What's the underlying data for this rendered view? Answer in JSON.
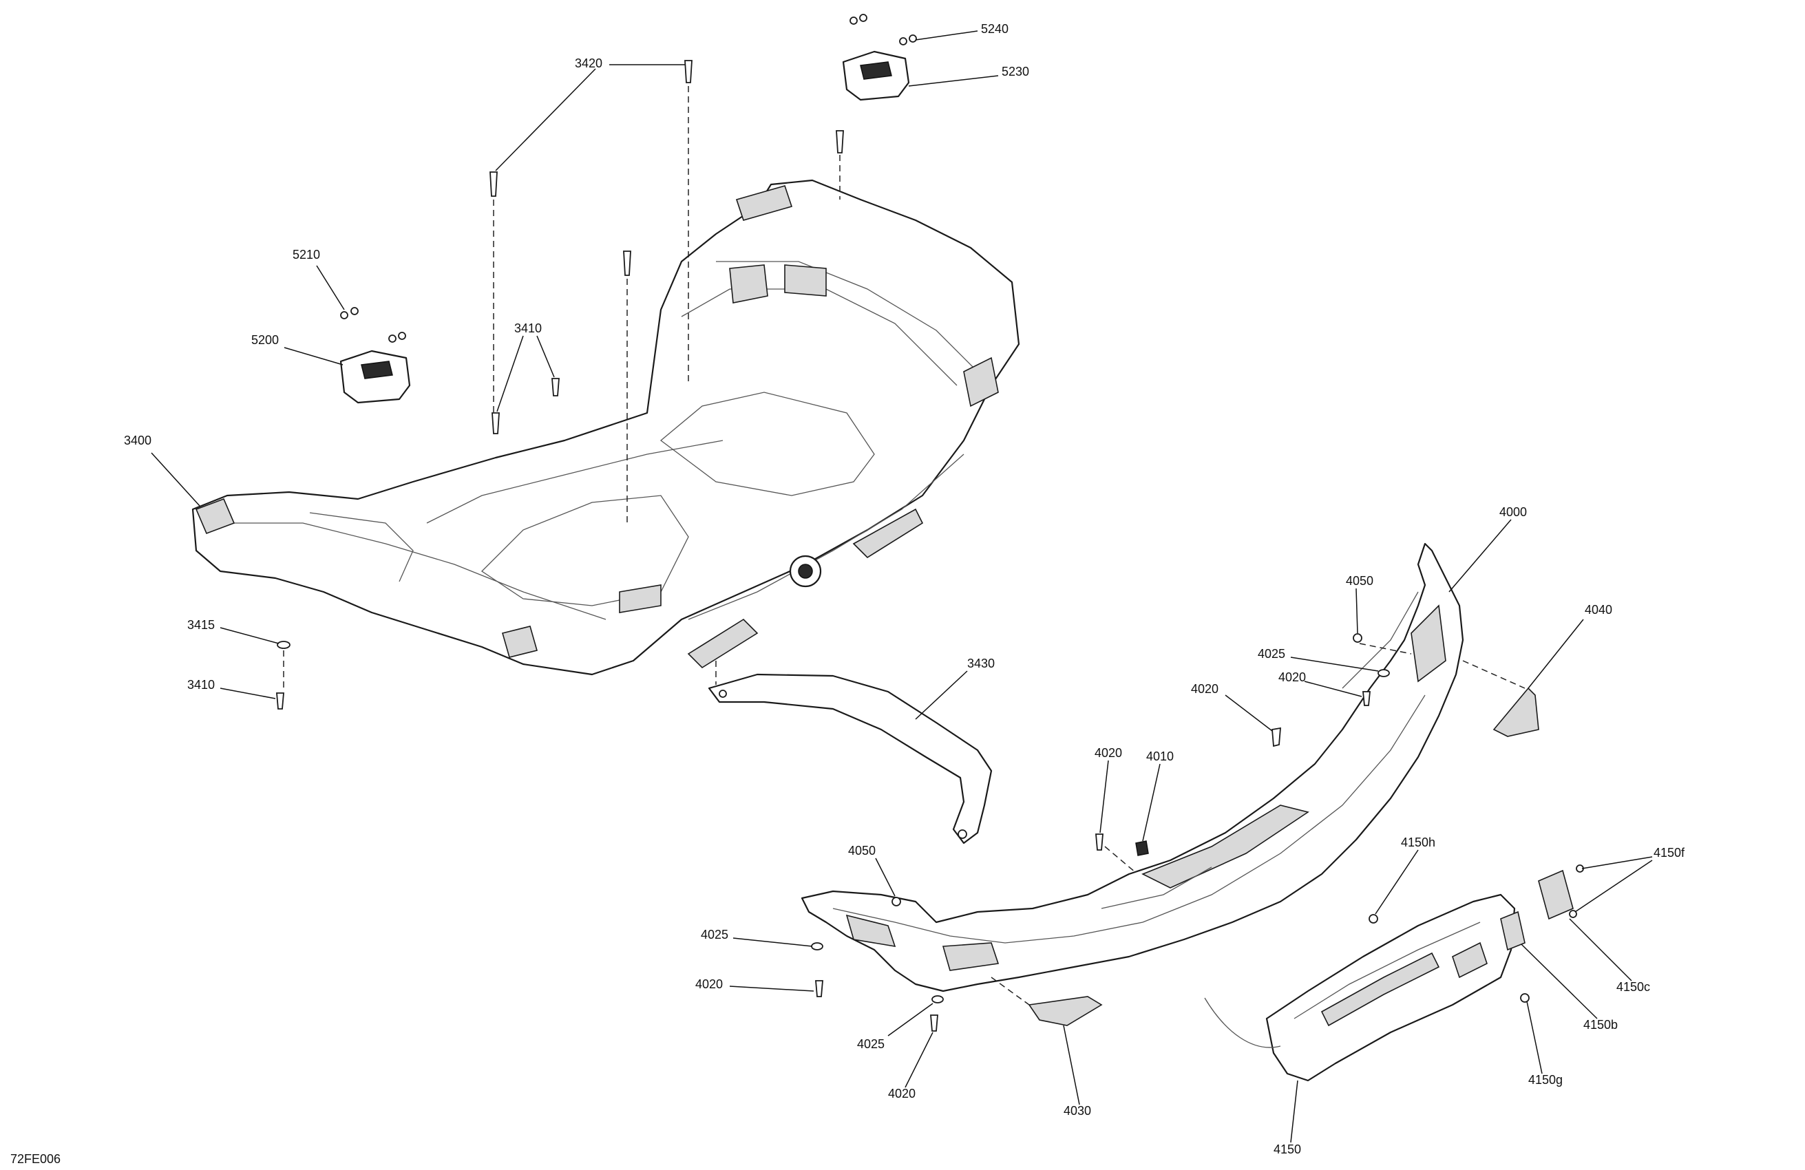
{
  "diagram_code": "72FE006",
  "callouts": {
    "c3400": "3400",
    "c3410a": "3410",
    "c3410b": "3410",
    "c3415": "3415",
    "c3420": "3420",
    "c3430": "3430",
    "c4000": "4000",
    "c4010": "4010",
    "c4020a": "4020",
    "c4020b": "4020",
    "c4020c": "4020",
    "c4020d": "4020",
    "c4020e": "4020",
    "c4025a": "4025",
    "c4025b": "4025",
    "c4025c": "4025",
    "c4030": "4030",
    "c4040": "4040",
    "c4050a": "4050",
    "c4050b": "4050",
    "c4150": "4150",
    "c4150b": "4150b",
    "c4150c": "4150c",
    "c4150f": "4150f",
    "c4150g": "4150g",
    "c4150h": "4150h",
    "c5200": "5200",
    "c5210": "5210",
    "c5230": "5230",
    "c5240": "5240"
  }
}
